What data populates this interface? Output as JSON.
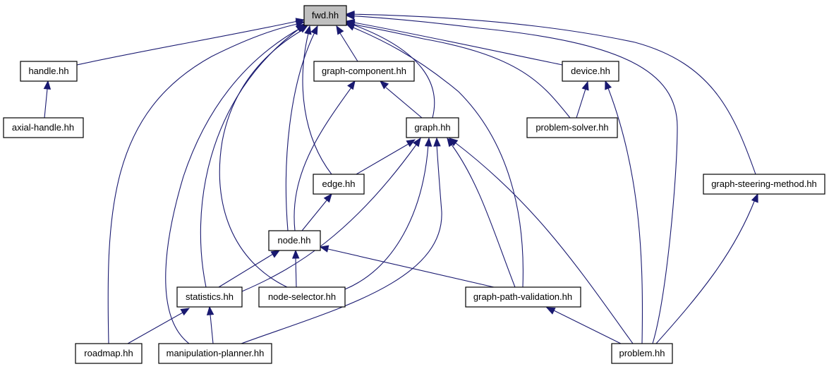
{
  "graph": {
    "root": "fwd.hh",
    "nodes": {
      "fwd": "fwd.hh",
      "handle": "handle.hh",
      "axial_handle": "axial-handle.hh",
      "graph_component": "graph-component.hh",
      "device": "device.hh",
      "graph": "graph.hh",
      "problem_solver": "problem-solver.hh",
      "edge": "edge.hh",
      "graph_steering_method": "graph-steering-method.hh",
      "node": "node.hh",
      "statistics": "statistics.hh",
      "node_selector": "node-selector.hh",
      "graph_path_validation": "graph-path-validation.hh",
      "roadmap": "roadmap.hh",
      "manipulation_planner": "manipulation-planner.hh",
      "problem": "problem.hh"
    },
    "edges": [
      [
        "handle",
        "fwd"
      ],
      [
        "axial_handle",
        "handle"
      ],
      [
        "graph_component",
        "fwd"
      ],
      [
        "device",
        "fwd"
      ],
      [
        "graph",
        "fwd"
      ],
      [
        "graph",
        "graph_component"
      ],
      [
        "problem_solver",
        "fwd"
      ],
      [
        "problem_solver",
        "device"
      ],
      [
        "edge",
        "fwd"
      ],
      [
        "edge",
        "graph"
      ],
      [
        "graph_steering_method",
        "fwd"
      ],
      [
        "node",
        "fwd"
      ],
      [
        "node",
        "graph_component"
      ],
      [
        "node",
        "edge"
      ],
      [
        "statistics",
        "fwd"
      ],
      [
        "statistics",
        "graph"
      ],
      [
        "statistics",
        "node"
      ],
      [
        "node_selector",
        "fwd"
      ],
      [
        "node_selector",
        "graph"
      ],
      [
        "node_selector",
        "node"
      ],
      [
        "graph_path_validation",
        "fwd"
      ],
      [
        "graph_path_validation",
        "graph"
      ],
      [
        "graph_path_validation",
        "node"
      ],
      [
        "roadmap",
        "fwd"
      ],
      [
        "roadmap",
        "statistics"
      ],
      [
        "manipulation_planner",
        "fwd"
      ],
      [
        "manipulation_planner",
        "graph"
      ],
      [
        "manipulation_planner",
        "statistics"
      ],
      [
        "problem",
        "fwd"
      ],
      [
        "problem",
        "device"
      ],
      [
        "problem",
        "graph"
      ],
      [
        "problem",
        "graph_path_validation"
      ],
      [
        "problem",
        "graph_steering_method"
      ]
    ]
  },
  "colors": {
    "edge": "#191970",
    "root_fill": "#bfbfbf",
    "node_fill": "#ffffff",
    "node_border": "#000000"
  }
}
